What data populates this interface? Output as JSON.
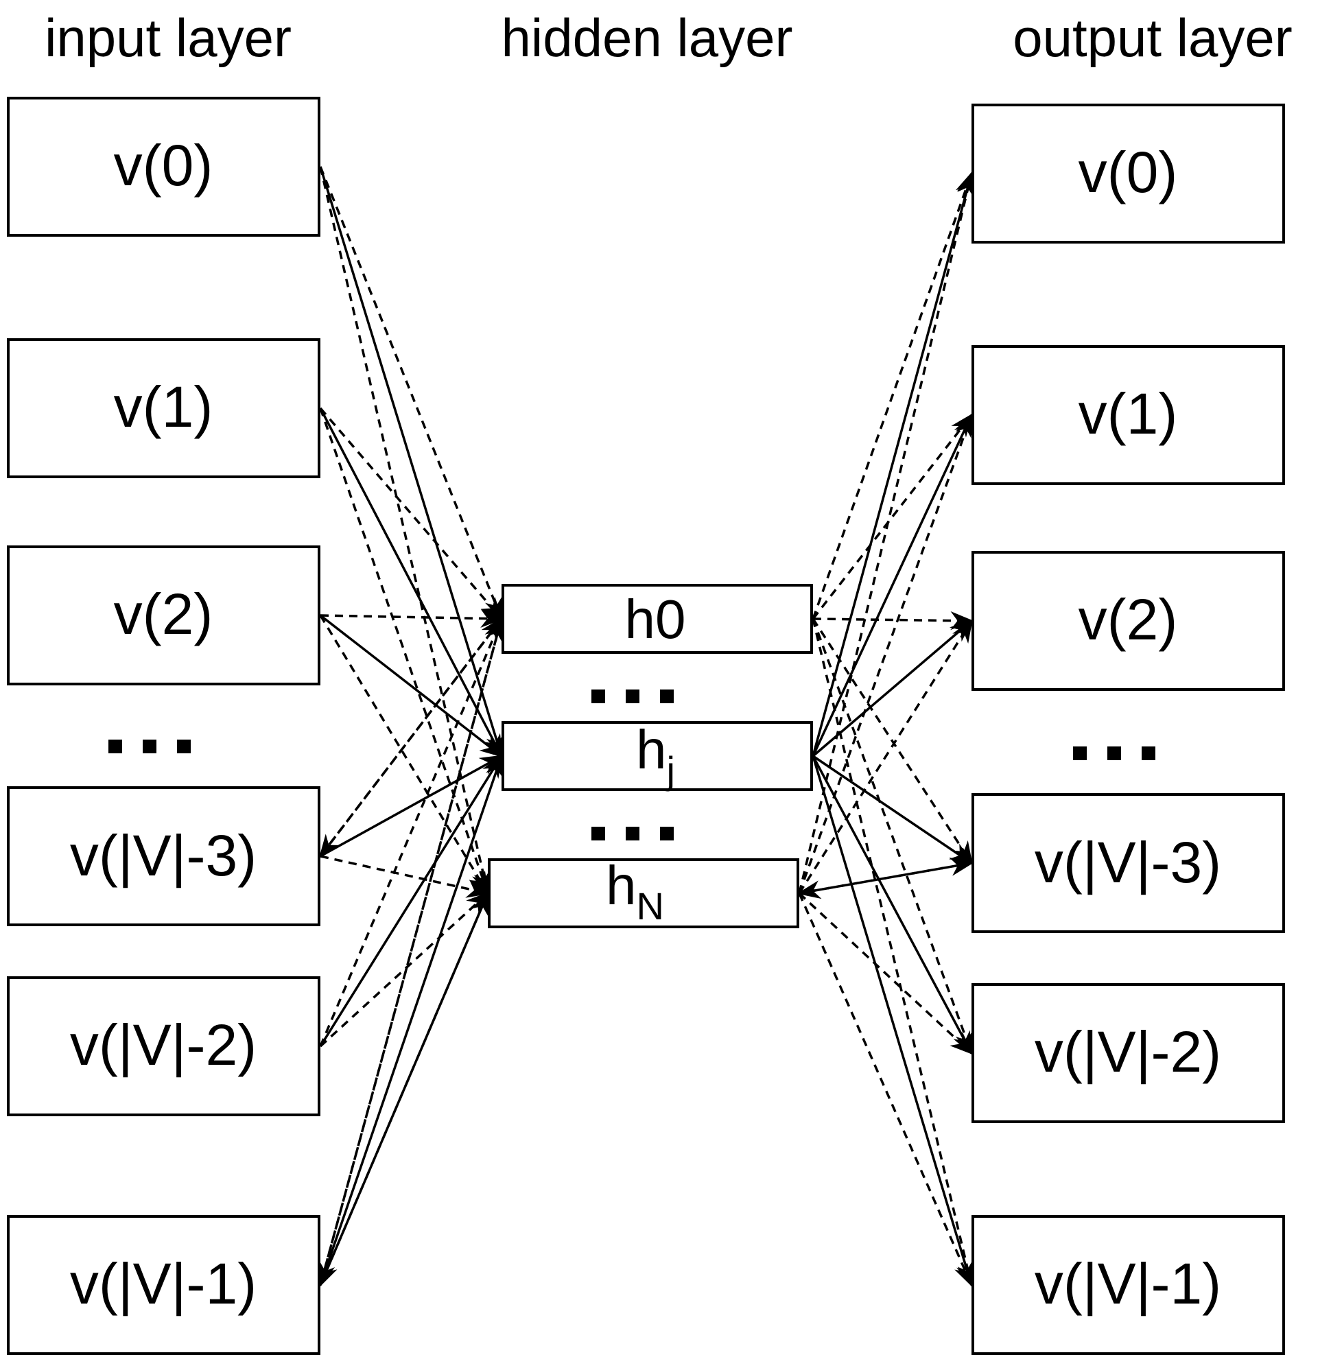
{
  "layers": {
    "input_title": "input layer",
    "hidden_title": "hidden layer",
    "output_title": "output layer"
  },
  "input_nodes": [
    "v(0)",
    "v(1)",
    "v(2)",
    "v(|V|-3)",
    "v(|V|-2)",
    "v(|V|-1)"
  ],
  "output_nodes": [
    "v(0)",
    "v(1)",
    "v(2)",
    "v(|V|-3)",
    "v(|V|-2)",
    "v(|V|-1)"
  ],
  "hidden_nodes": {
    "h0": "h0",
    "hj_base": "h",
    "hj_sub": "j",
    "hN_base": "h",
    "hN_sub": "N"
  }
}
